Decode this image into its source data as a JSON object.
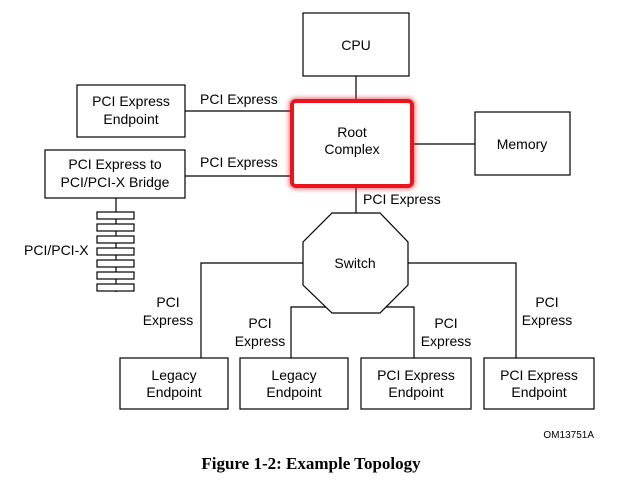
{
  "nodes": {
    "cpu": "CPU",
    "root_complex": [
      "Root",
      "Complex"
    ],
    "memory": "Memory",
    "pcie_endpoint": [
      "PCI Express",
      "Endpoint"
    ],
    "bridge": [
      "PCI Express to",
      "PCI/PCI-X Bridge"
    ],
    "switch": "Switch",
    "legacy_endpoint_1": [
      "Legacy",
      "Endpoint"
    ],
    "legacy_endpoint_2": [
      "Legacy",
      "Endpoint"
    ],
    "pcie_endpoint_2": [
      "PCI Express",
      "Endpoint"
    ],
    "pcie_endpoint_3": [
      "PCI Express",
      "Endpoint"
    ]
  },
  "links": {
    "endpoint_to_root": "PCI Express",
    "bridge_to_root": "PCI Express",
    "root_to_switch": "PCI Express",
    "switch_to_legacy_1": [
      "PCI",
      "Express"
    ],
    "switch_to_legacy_2": [
      "PCI",
      "Express"
    ],
    "switch_to_endpoint_2": [
      "PCI",
      "Express"
    ],
    "switch_to_endpoint_3": [
      "PCI",
      "Express"
    ]
  },
  "bus_label": "PCI/PCI-X",
  "figure_id": "OM13751A",
  "caption": "Figure 1-2:  Example Topology",
  "colors": {
    "highlight": "#e8141e"
  }
}
